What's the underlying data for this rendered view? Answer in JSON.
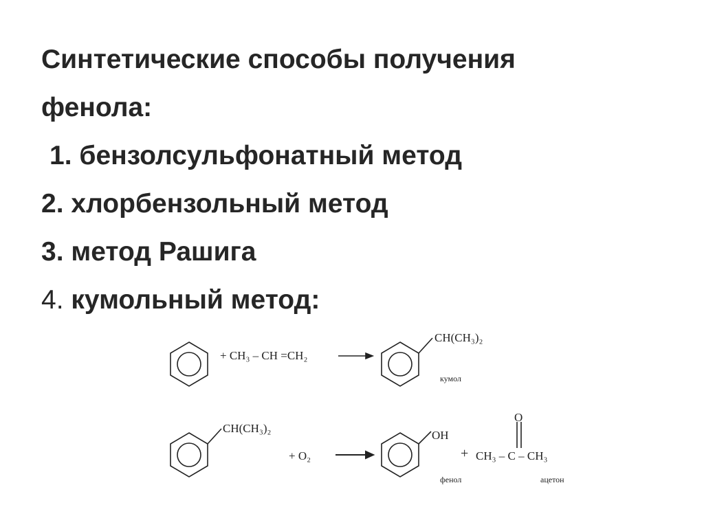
{
  "title": {
    "line1": "Синтетические способы получения",
    "line2": "фенола:",
    "item1": "1. бензолсульфонатный метод",
    "item2": "2. хлорбензольный метод",
    "item3": "3. метод Рашига",
    "item4_number": "4.",
    "item4_text": "кумольный метод:"
  },
  "reaction1": {
    "reagent": "+ CH₃ – CH =CH₂",
    "product_substituent": "CH(CH₃)₂",
    "product_name": "кумол"
  },
  "reaction2": {
    "reactant_substituent": "CH(CH₃)₂",
    "reagent": "+ O₂",
    "product1_substituent": "OH",
    "product1_name": "фенол",
    "plus": "+",
    "product2_formula": "CH₃ – C – CH₃",
    "product2_oxygen": "O",
    "product2_name": "ацетон"
  }
}
